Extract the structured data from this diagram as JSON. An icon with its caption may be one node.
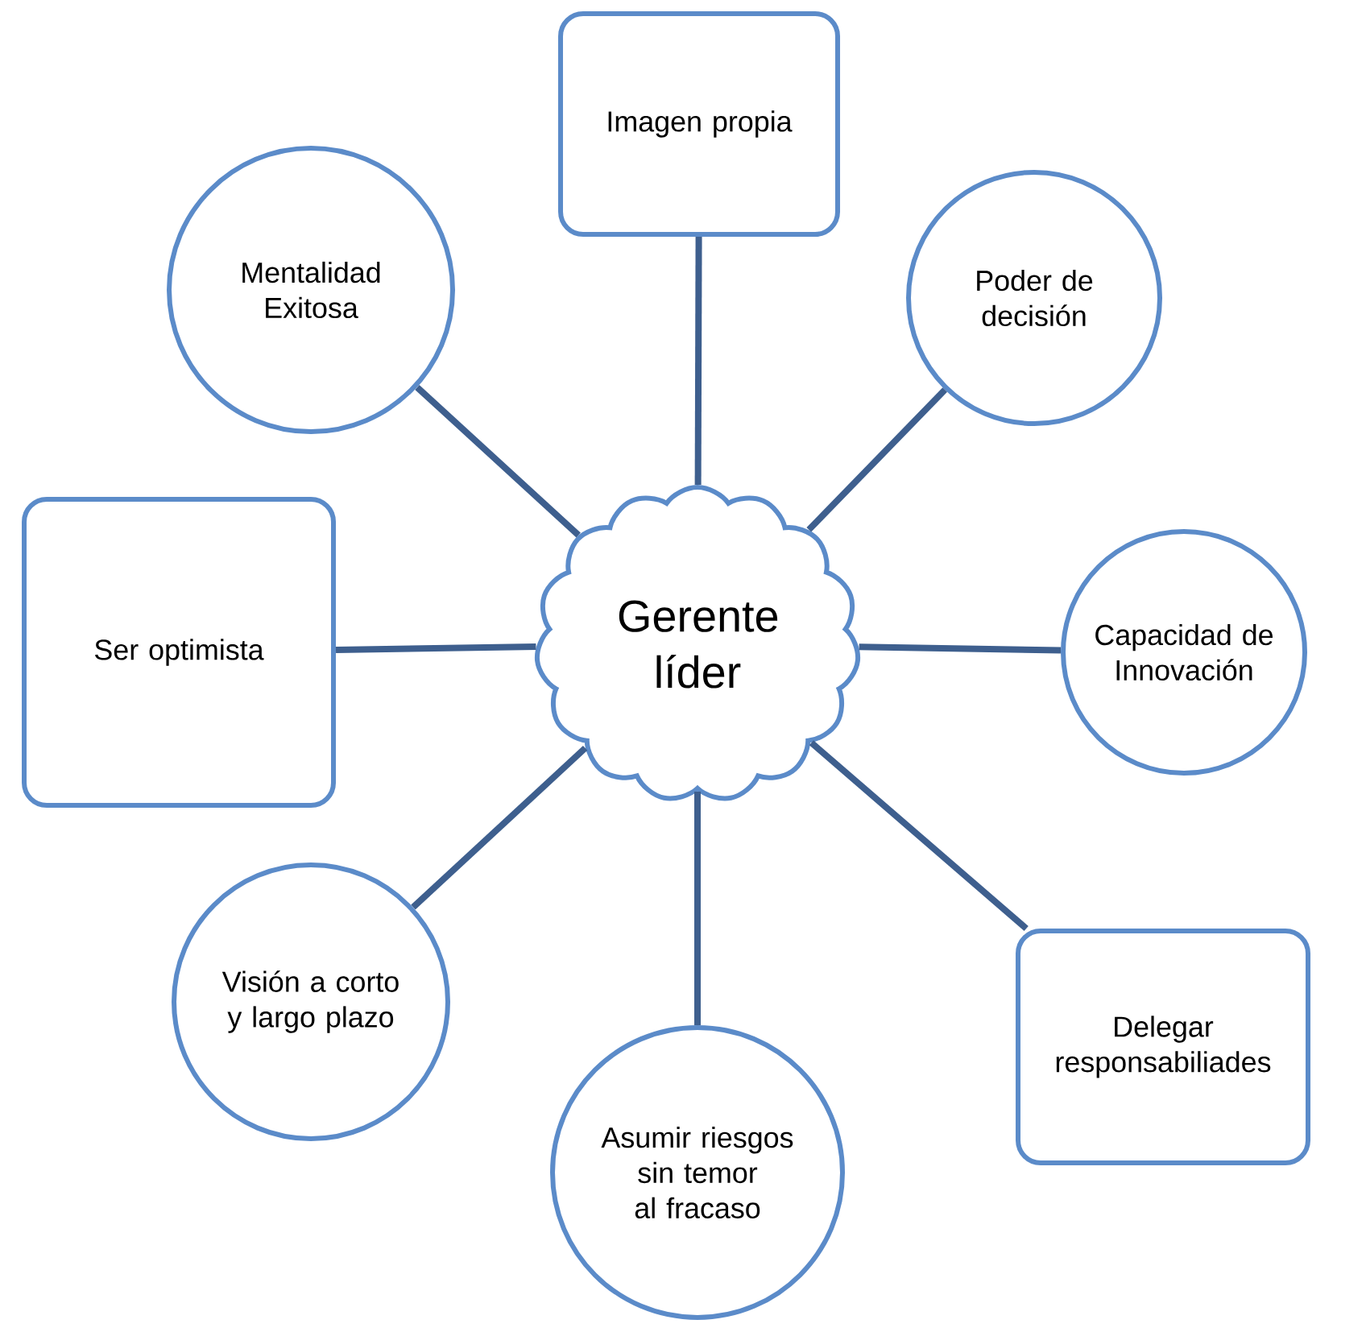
{
  "diagram": {
    "nodes": [
      {
        "text": [
          "Imagen propia"
        ]
      },
      {
        "text": [
          "Mentalidad Exitosa"
        ]
      },
      {
        "text": [
          "Poder de decisión"
        ]
      },
      {
        "text": [
          "Ser optimista"
        ]
      },
      {
        "text": [
          "Gerente líder"
        ]
      },
      {
        "text": [
          "Capacidad de Innovación"
        ]
      },
      {
        "text": [
          "Visión a corto y largo plazo"
        ]
      },
      {
        "text": [
          "Delegar responsabiliades"
        ]
      },
      {
        "text": [
          "Asumir riesgos sin temor al fracaso"
        ]
      }
    ],
    "edges": [
      {
        "from": 4,
        "to": 0,
        "arrow": "none"
      },
      {
        "from": 4,
        "to": 1,
        "arrow": "none"
      },
      {
        "from": 4,
        "to": 2,
        "arrow": "none"
      },
      {
        "from": 4,
        "to": 3,
        "arrow": "none"
      },
      {
        "from": 4,
        "to": 5,
        "arrow": "none"
      },
      {
        "from": 4,
        "to": 6,
        "arrow": "none"
      },
      {
        "from": 4,
        "to": 7,
        "arrow": "none"
      },
      {
        "from": 4,
        "to": 8,
        "arrow": "none"
      }
    ]
  }
}
